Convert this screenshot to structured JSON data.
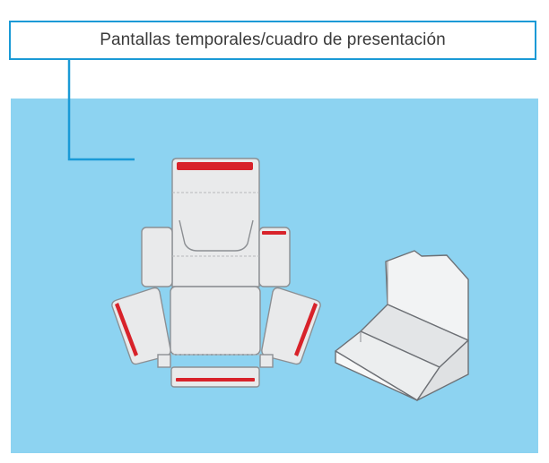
{
  "label": {
    "text": "Pantallas temporales/cuadro de presentación"
  },
  "colors": {
    "accent_line": "#1a9ad6",
    "panel_background": "#8dd3f1",
    "die_cut_fill": "#e9eaeb",
    "die_cut_stroke": "#8c8f93",
    "glue_strip": "#d8222a"
  },
  "illustration": {
    "left": "die-cut-flat-layout",
    "right": "assembled-display-box"
  }
}
